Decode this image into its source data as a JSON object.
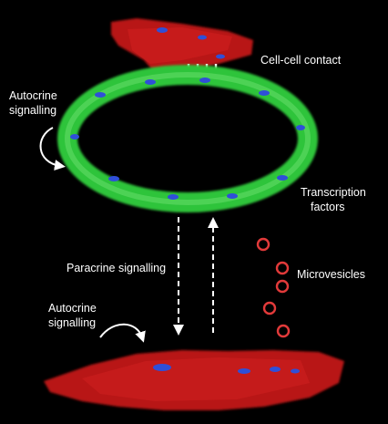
{
  "labels": {
    "cell_contact": "Cell-cell contact",
    "autocrine_top_line1": "Autocrine",
    "autocrine_top_line2": "signalling",
    "transcription_line1": "Transcription",
    "transcription_line2": "factors",
    "paracrine": "Paracrine signalling",
    "microvesicles": "Microvesicles",
    "autocrine_bottom_line1": "Autocrine",
    "autocrine_bottom_line2": "signalling"
  },
  "colors": {
    "background": "#000000",
    "red_cell": "#c01818",
    "green_cell": "#2fc43a",
    "nucleus": "#2f4fd8",
    "microvesicle": "#e23a3a",
    "arrow": "#ffffff"
  },
  "microvesicle_count": 5
}
